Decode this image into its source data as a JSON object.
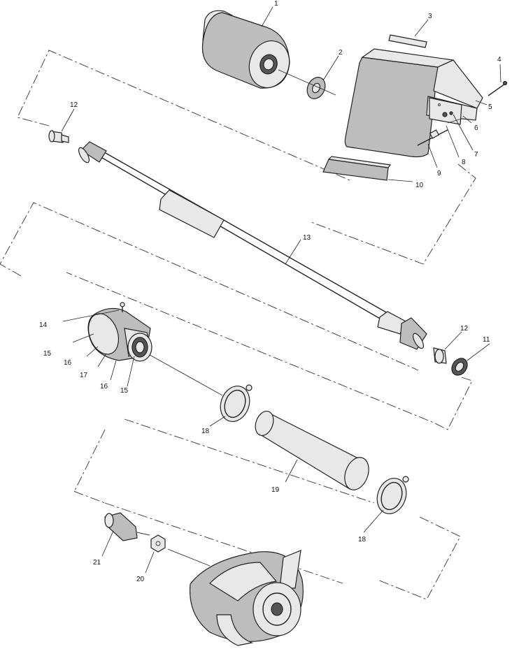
{
  "callouts": {
    "c1": "1",
    "c2": "2",
    "c3": "3",
    "c4": "4",
    "c5": "5",
    "c6": "6",
    "c7": "7",
    "c8": "8",
    "c9": "9",
    "c10": "10",
    "c11": "11",
    "c12a": "12",
    "c12b": "12",
    "c13": "13",
    "c14": "14",
    "c15a": "15",
    "c15b": "15",
    "c16a": "16",
    "c16b": "16",
    "c17": "17",
    "c18a": "18",
    "c18b": "18",
    "c19": "19",
    "c20": "20",
    "c21": "21"
  }
}
